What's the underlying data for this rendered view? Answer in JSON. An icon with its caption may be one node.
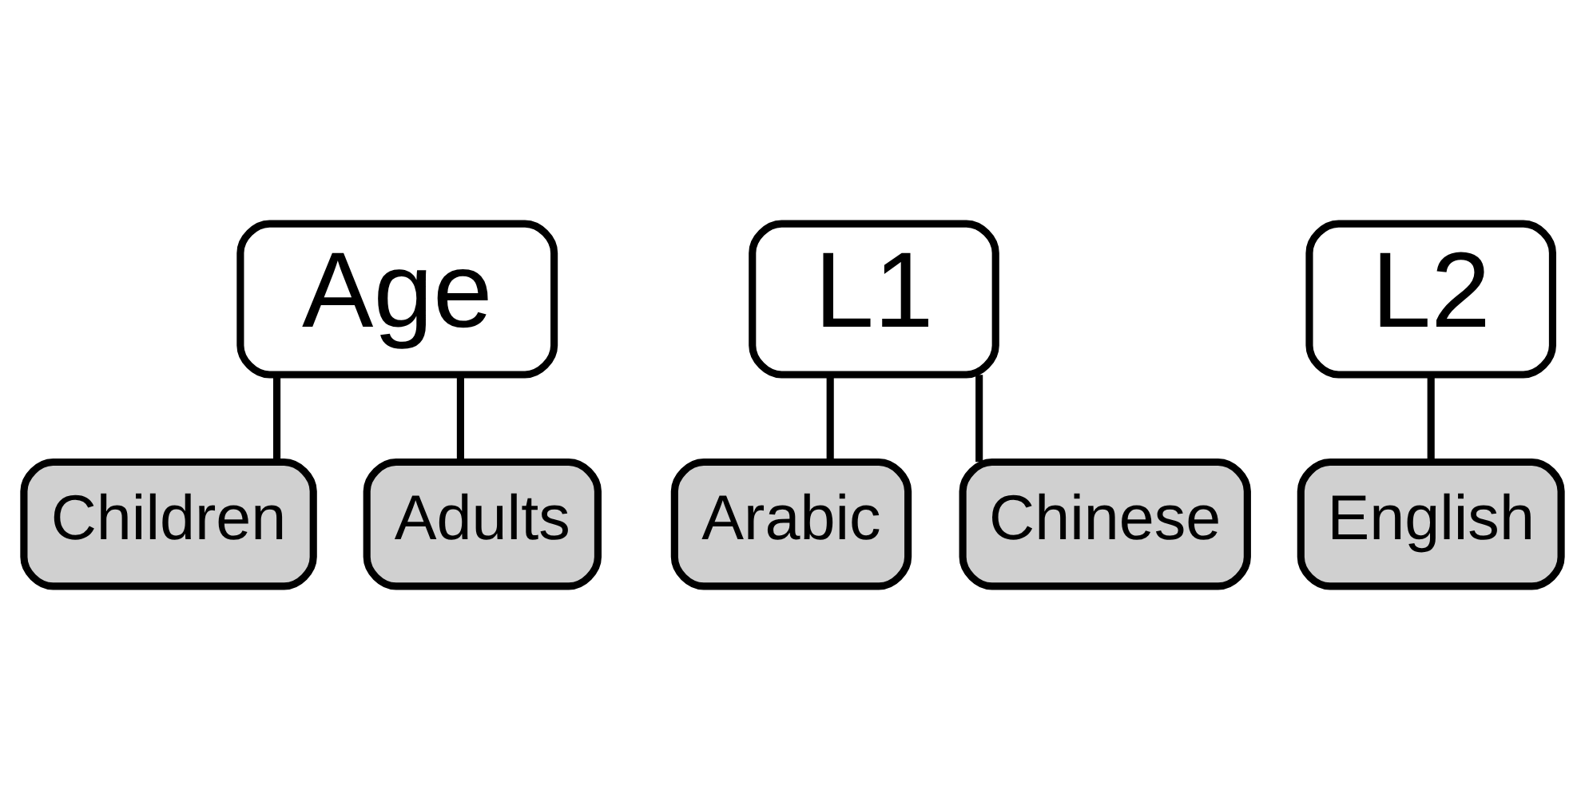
{
  "diagram": {
    "nodes": [
      {
        "text": [
          "Age"
        ]
      },
      {
        "text": [
          "Children"
        ]
      },
      {
        "text": [
          "Adults"
        ]
      },
      {
        "text": [
          "L1"
        ]
      },
      {
        "text": [
          "Arabic"
        ]
      },
      {
        "text": [
          "Chinese"
        ]
      },
      {
        "text": [
          "L2"
        ]
      },
      {
        "text": [
          "English"
        ]
      }
    ],
    "edges": [
      {
        "from": 0,
        "to": 1,
        "arrow": "none"
      },
      {
        "from": 0,
        "to": 2,
        "arrow": "none"
      },
      {
        "from": 3,
        "to": 4,
        "arrow": "none"
      },
      {
        "from": 3,
        "to": 5,
        "arrow": "none"
      },
      {
        "from": 6,
        "to": 7,
        "arrow": "none"
      }
    ]
  }
}
